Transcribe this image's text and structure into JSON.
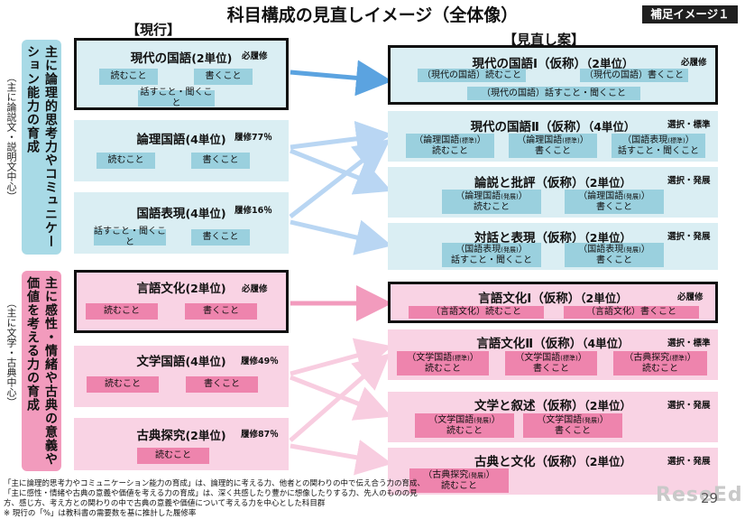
{
  "title": "科目構成の見直しイメージ（全体像）",
  "badge": "補足イメージ１",
  "headers": {
    "current": "【現行】",
    "proposal": "【見直し案】"
  },
  "side": {
    "cat1": "主に論理的思考力やコミュニケーション能力の育成",
    "cat1_note": "（主に論説文・説明文中心）",
    "cat2": "主に感性・情緒や古典の意義や価値を考える力の育成",
    "cat2_note": "（主に文学・古典中心）"
  },
  "current": [
    {
      "title": "現代の国語",
      "units": "(2単位)",
      "tag": "必履修",
      "chips": [
        {
          "t": "読むこと"
        },
        {
          "t": "書くこと"
        },
        {
          "t": "話すこと・聞くこと"
        }
      ]
    },
    {
      "title": "論理国語",
      "units": "(4単位)",
      "tag": "履修77％",
      "chips": [
        {
          "t": "読むこと"
        },
        {
          "t": "書くこと"
        }
      ]
    },
    {
      "title": "国語表現",
      "units": "(4単位)",
      "tag": "履修16％",
      "chips": [
        {
          "t": "話すこと・聞くこと"
        },
        {
          "t": "書くこと"
        }
      ]
    },
    {
      "title": "言語文化",
      "units": "(2単位)",
      "tag": "必履修",
      "chips": [
        {
          "t": "読むこと"
        },
        {
          "t": "書くこと"
        }
      ]
    },
    {
      "title": "文学国語",
      "units": "(4単位)",
      "tag": "履修49％",
      "chips": [
        {
          "t": "読むこと"
        },
        {
          "t": "書くこと"
        }
      ]
    },
    {
      "title": "古典探究",
      "units": "(2単位)",
      "tag": "履修87％",
      "chips": [
        {
          "t": "読むこと"
        }
      ]
    }
  ],
  "proposal": [
    {
      "title": "現代の国語Ⅰ（仮称）",
      "units": "（2単位）",
      "tag": "必履修",
      "chips": [
        {
          "pre": "（現代の国語）",
          "t": "読むこと"
        },
        {
          "pre": "（現代の国語）",
          "t": "書くこと"
        },
        {
          "pre": "（現代の国語）",
          "t": "話すこと・聞くこと"
        }
      ]
    },
    {
      "title": "現代の国語Ⅱ（仮称）",
      "units": "（4単位）",
      "tag": "選択・標準",
      "chips": [
        {
          "pre": "（論理国語",
          "sub": "(標準)",
          "post": "）",
          "t": "読むこと"
        },
        {
          "pre": "（論理国語",
          "sub": "(標準)",
          "post": "）",
          "t": "書くこと"
        },
        {
          "pre": "（国語表現",
          "sub": "(標準)",
          "post": "）",
          "t": "話すこと・聞くこと"
        }
      ]
    },
    {
      "title": "論説と批評（仮称）",
      "units": "（2単位）",
      "tag": "選択・発展",
      "chips": [
        {
          "pre": "（論理国語",
          "sub": "(発展)",
          "post": "）",
          "t": "読むこと"
        },
        {
          "pre": "（論理国語",
          "sub": "(発展)",
          "post": "）",
          "t": "書くこと"
        }
      ]
    },
    {
      "title": "対話と表現（仮称）",
      "units": "（2単位）",
      "tag": "選択・発展",
      "chips": [
        {
          "pre": "（国語表現",
          "sub": "(発展)",
          "post": "）",
          "t": "話すこと・聞くこと"
        },
        {
          "pre": "（国語表現",
          "sub": "(発展)",
          "post": "）",
          "t": "書くこと"
        }
      ]
    },
    {
      "title": "言語文化Ⅰ（仮称）",
      "units": "（2単位）",
      "tag": "必履修",
      "chips": [
        {
          "pre": "（言語文化）",
          "t": "読むこと"
        },
        {
          "pre": "（言語文化）",
          "t": "書くこと"
        }
      ]
    },
    {
      "title": "言語文化Ⅱ（仮称）",
      "units": "（4単位）",
      "tag": "選択・標準",
      "chips": [
        {
          "pre": "（文学国語",
          "sub": "(標準)",
          "post": "）",
          "t": "読むこと"
        },
        {
          "pre": "（文学国語",
          "sub": "(標準)",
          "post": "）",
          "t": "書くこと"
        },
        {
          "pre": "（古典探究",
          "sub": "(標準)",
          "post": "）",
          "t": "読むこと"
        }
      ]
    },
    {
      "title": "文学と叙述（仮称）",
      "units": "（2単位）",
      "tag": "選択・発展",
      "chips": [
        {
          "pre": "（文学国語",
          "sub": "(発展)",
          "post": "）",
          "t": "読むこと"
        },
        {
          "pre": "（文学国語",
          "sub": "(発展)",
          "post": "）",
          "t": "書くこと"
        }
      ]
    },
    {
      "title": "古典と文化（仮称）",
      "units": "（2単位）",
      "tag": "選択・発展",
      "chips": [
        {
          "pre": "（古典探究",
          "sub": "(発展)",
          "post": "）",
          "t": "読むこと"
        }
      ]
    }
  ],
  "footnotes": [
    "「主に論理的思考力やコミュニケーション能力の育成」は、論理的に考える力、他者との関わりの中で伝え合う力の育成、",
    "「主に感性・情緒や古典の意義や価値を考える力の育成」は、深く共感したり豊かに想像したりする力、先人のものの見",
    "方、感じ方、考え方との関わりの中で古典の意義や価値について考える力を中心とした科目群",
    "※ 現行の「%」は教科書の需要数を基に推計した履修率"
  ],
  "page_number": "29",
  "watermark": "ReseEd",
  "colors": {
    "blue_box": "#daeef3",
    "blue_chip": "#9ad0de",
    "pink_box": "#f9d3e4",
    "pink_chip": "#ee84ad",
    "blue_arrow": "#5ba3e0",
    "pink_arrow": "#f29bbd"
  }
}
